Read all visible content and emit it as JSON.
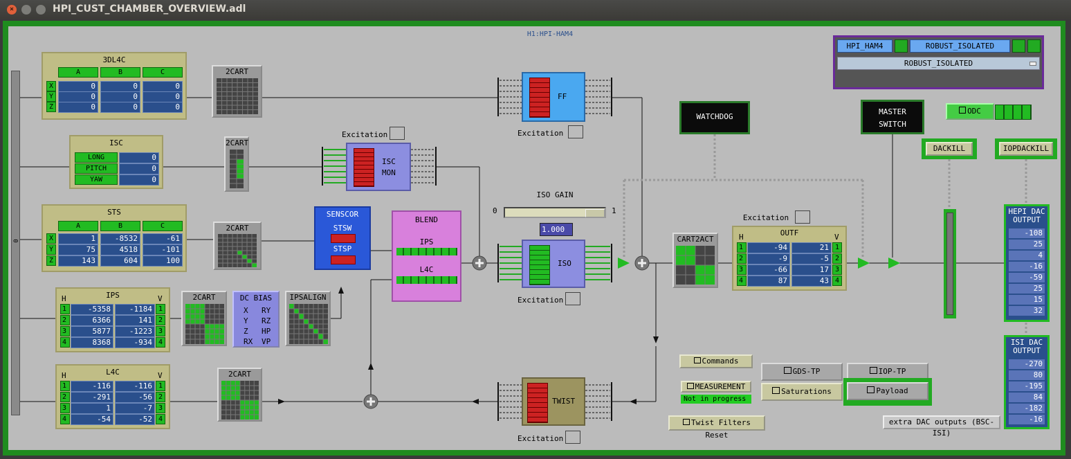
{
  "window": {
    "title": "HPI_CUST_CHAMBER_OVERVIEW.adl"
  },
  "header": {
    "channel": "H1:HPI-HAM4"
  },
  "guardian": {
    "name": "HPI_HAM4",
    "state": "ROBUST_ISOLATED",
    "request": "ROBUST_ISOLATED"
  },
  "sidebar": {
    "label": "0"
  },
  "sensors": {
    "l4c3": {
      "title": "3DL4C",
      "cols": [
        "A",
        "B",
        "C"
      ],
      "rows": [
        "X",
        "Y",
        "Z"
      ],
      "values": [
        [
          "0",
          "0",
          "0"
        ],
        [
          "0",
          "0",
          "0"
        ],
        [
          "0",
          "0",
          "0"
        ]
      ]
    },
    "isc": {
      "title": "ISC",
      "rows": [
        "LONG",
        "PITCH",
        "YAW"
      ],
      "values": [
        "0",
        "0",
        "0"
      ]
    },
    "sts": {
      "title": "STS",
      "cols": [
        "A",
        "B",
        "C"
      ],
      "rows": [
        "X",
        "Y",
        "Z"
      ],
      "values": [
        [
          "1",
          "-8532",
          "-61"
        ],
        [
          "75",
          "4518",
          "-101"
        ],
        [
          "143",
          "604",
          "100"
        ]
      ]
    },
    "ips": {
      "title": "IPS",
      "h": "H",
      "v": "V",
      "idx": [
        "1",
        "2",
        "3",
        "4"
      ],
      "left": [
        "-5358",
        "6366",
        "5877",
        "8368"
      ],
      "right": [
        "-1184",
        "141",
        "-1223",
        "-934"
      ]
    },
    "l4c": {
      "title": "L4C",
      "h": "H",
      "v": "V",
      "idx": [
        "1",
        "2",
        "3",
        "4"
      ],
      "left": [
        "-116",
        "-291",
        "1",
        "-54"
      ],
      "right": [
        "-116",
        "-56",
        "-7",
        "-52"
      ]
    }
  },
  "blocks": {
    "cart": "2CART",
    "dcbias": {
      "title": "DC BIAS",
      "left": [
        "X",
        "Y",
        "Z",
        "RX"
      ],
      "right": [
        "RY",
        "RZ",
        "HP",
        "VP"
      ]
    },
    "ipsalign": "IPSALIGN",
    "senscor": {
      "title": "SENSCOR",
      "stsw": "STSW",
      "stsp": "STSP"
    },
    "blend": {
      "title": "BLEND",
      "ips": "IPS",
      "l4c": "L4C"
    },
    "ff": "FF",
    "iscmon": {
      "l1": "ISC",
      "l2": "MON"
    },
    "iso": "ISO",
    "twist": "TWIST",
    "cart2act": "CART2ACT",
    "outf": {
      "title": "OUTF",
      "h": "H",
      "v": "V",
      "idx": [
        "1",
        "2",
        "3",
        "4"
      ],
      "left": [
        "-94",
        "-9",
        "-66",
        "87"
      ],
      "right": [
        "21",
        "-5",
        "17",
        "43"
      ]
    }
  },
  "labels": {
    "excitation": "Excitation",
    "isogain": "ISO GAIN",
    "gain_min": "0",
    "gain_max": "1",
    "gain_value": "1.000"
  },
  "watchdog": "WATCHDOG",
  "master": {
    "l1": "MASTER",
    "l2": "SWITCH"
  },
  "buttons": {
    "odc": "ODC",
    "dackill": "DACKILL",
    "iopdackill": "IOPDACKILL",
    "commands": "Commands",
    "measurement": "MEASUREMENT",
    "measurement_status": "Not in progress",
    "gdstp": "GDS-TP",
    "ioptp": "IOP-TP",
    "saturations": "Saturations",
    "payload": "Payload",
    "twistreset": "Twist Filters Reset",
    "extradac": "extra DAC outputs (BSC-ISI)"
  },
  "hepi_dac": {
    "title1": "HEPI DAC",
    "title2": "OUTPUT",
    "values": [
      "-108",
      "25",
      "4",
      "-16",
      "-59",
      "25",
      "15",
      "32"
    ]
  },
  "isi_dac": {
    "title1": "ISI DAC",
    "title2": "OUTPUT",
    "values": [
      "-270",
      "80",
      "-195",
      "84",
      "-182",
      "-16"
    ]
  },
  "colors": {
    "frame": "#1f8c1f",
    "panel": "#bbbbbb",
    "cellgreen": "#22bb22",
    "cellblue": "#2a4f8c",
    "filterred": "#cc2222",
    "guardian": "#6a2a9a"
  }
}
